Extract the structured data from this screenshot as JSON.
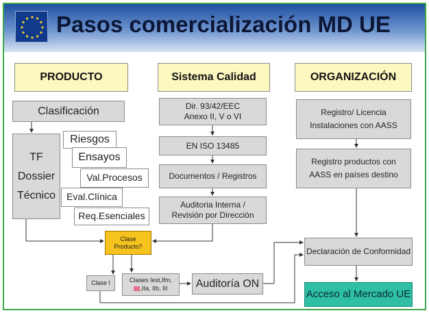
{
  "title": "Pasos comercialización MD UE",
  "headers": {
    "producto": "PRODUCTO",
    "calidad": "Sistema Calidad",
    "organizacion": "ORGANIZACIÓN"
  },
  "producto": {
    "clasificacion": "Clasificación",
    "tf": "TF",
    "dossier": "Dossier",
    "tecnico": "Técnico",
    "riesgos": "Riesgos",
    "ensayos": "Ensayos",
    "val_procesos": "Val.Procesos",
    "eval_clinica": "Eval.Clínica",
    "req_esenciales": "Req.Esenciales"
  },
  "calidad": {
    "directiva_line1": "Dir. 93/42/EEC",
    "directiva_line2": "Anexo II, V o VI",
    "iso": "EN ISO 13485",
    "documentos": "Documentos / Registros",
    "auditoria_line1": "Auditoria Interna /",
    "auditoria_line2": "Revisión por Dirección"
  },
  "organizacion": {
    "registro_line1": "Registro/ Licencia",
    "registro_line2": "Instalaciones con AASS",
    "productos_line1": "Registro productos con",
    "productos_line2": "AASS en países destino",
    "declaracion": "Declaración de Conformidad",
    "acceso": "Acceso al Mercado UE"
  },
  "flujo": {
    "clase_producto_line1": "Clase",
    "clase_producto_line2": "Producto?",
    "clase_i": "Clase I",
    "clases_line1": "Clases Iest,Ifm,",
    "clases_line2": ",IIa, IIb, III",
    "auditoria_on": "Auditoría ON"
  },
  "colors": {
    "title_bar": "#1f50a0",
    "header_fill": "#fdf8c0",
    "box_fill": "#d9d9d9",
    "decision_fill": "#f6c21e",
    "final_fill": "#2fbfa5",
    "frame": "#3aa64a"
  }
}
